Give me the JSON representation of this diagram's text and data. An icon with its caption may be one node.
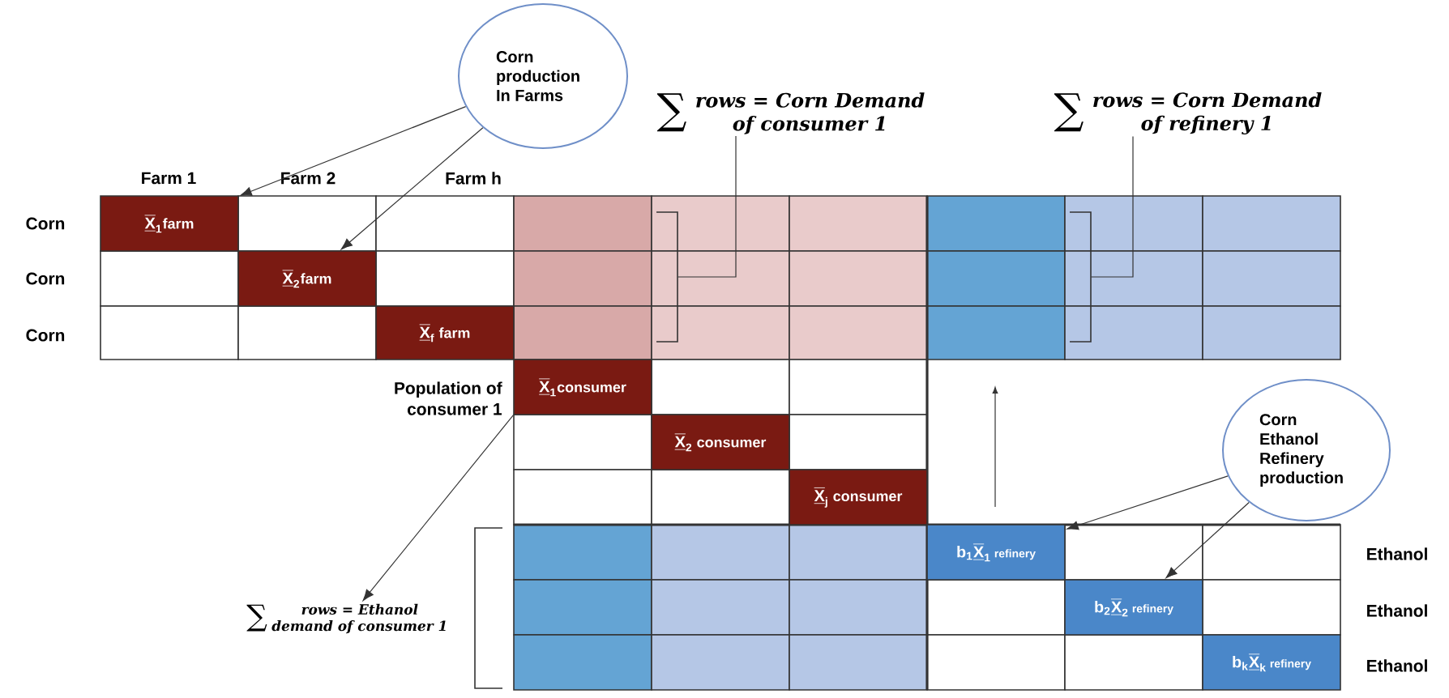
{
  "diagram": {
    "nodes": [
      {
        "text": [
          "Corn production In Farms"
        ]
      },
      {
        "text": [
          "∑",
          "rows = Corn Demand of consumer 1"
        ]
      },
      {
        "text": [
          "∑",
          "rows = Corn Demand of refinery 1"
        ]
      },
      {
        "text": [],
        "shape": "bracket"
      },
      {
        "text": [],
        "shape": "bracket"
      },
      {
        "text": [
          "\\underline{\\overline{\\text{X}}}_{\\text{1}}\\text{\\small farm}"
        ]
      },
      {
        "text": [
          "\\underline{\\overline{\\text{X}}}_{\\text{2}}\\text{\\small farm}"
        ]
      },
      {
        "text": [
          "\\underline{\\overline{\\text{X}}}_{\\text{f}}\\text{\\small\\ farm}"
        ]
      },
      {
        "text": [
          "\\underline{\\overline{\\text{X}}}_{\\text{1}}\\text{\\small consumer}"
        ]
      },
      {
        "text": [
          "\\underline{\\overline{\\text{X}}}_{\\text{2}}\\text{\\small\\ consumer}"
        ]
      },
      {
        "text": [
          "\\underline{\\overline{\\text{X}}}_{\\text{j}}\\text{\\small\\ consumer}"
        ]
      },
      {
        "text": [
          "Corn Ethanol Refinery production"
        ]
      },
      {
        "text": [
          "∑",
          "rows = Ethanol demand of consumer 1"
        ]
      },
      {
        "text": [
          "\\text{b}_{\\text{1}}\\underline{\\overline{\\text{X}}}_{\\text{1}}\\text{\\scriptsize\\ refinery}"
        ]
      },
      {
        "text": [
          "\\text{b}_{\\text{2}}\\underline{\\overline{\\text{X}}}_{\\text{2}}\\text{\\scriptsize\\ refinery}"
        ]
      },
      {
        "text": [
          "\\text{b}_{\\text{k}}\\underline{\\overline{\\text{X}}}_{\\text{k}}\\text{\\scriptsize\\ refinery}"
        ]
      }
    ],
    "edges": [
      {
        "from": 0,
        "to": 5,
        "arrow": "to"
      },
      {
        "from": 0,
        "to": 6,
        "arrow": "to"
      },
      {
        "from": 1,
        "to": 3,
        "arrow": "none"
      },
      {
        "from": 2,
        "to": 4,
        "arrow": "none"
      },
      {
        "from": 8,
        "to": 12,
        "arrow": "to"
      },
      {
        "from": 11,
        "to": 13,
        "arrow": "to"
      },
      {
        "from": 11,
        "to": 14,
        "arrow": "to"
      }
    ],
    "labels": [
      "Farm 1",
      "Farm 2",
      "Farm h",
      "Corn",
      "Corn",
      "Corn",
      "Population of consumer 1",
      "Ethanol",
      "Ethanol",
      "Ethanol"
    ]
  }
}
